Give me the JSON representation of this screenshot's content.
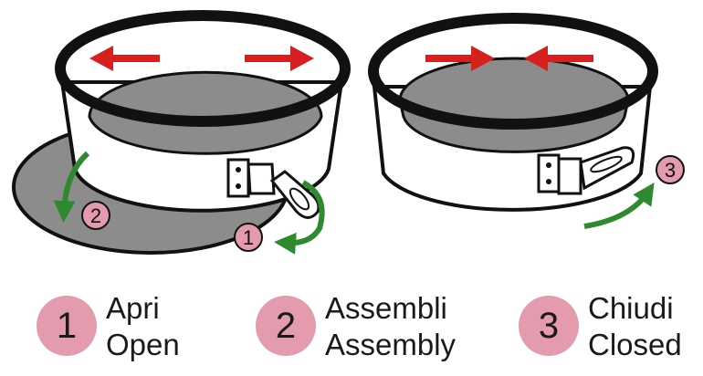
{
  "colors": {
    "outline": "#111111",
    "base_fill": "#8c8c8c",
    "arrow_red": "#d62020",
    "arrow_green": "#2f8a2f",
    "badge_pink": "#e39bad"
  },
  "diagram_badges": {
    "open": "1",
    "assembly": "2",
    "closed": "3"
  },
  "legend": [
    {
      "number": "1",
      "italian": "Apri",
      "english": "Open"
    },
    {
      "number": "2",
      "italian": "Assembli",
      "english": "Assembly"
    },
    {
      "number": "3",
      "italian": "Chiudi",
      "english": "Closed"
    }
  ]
}
